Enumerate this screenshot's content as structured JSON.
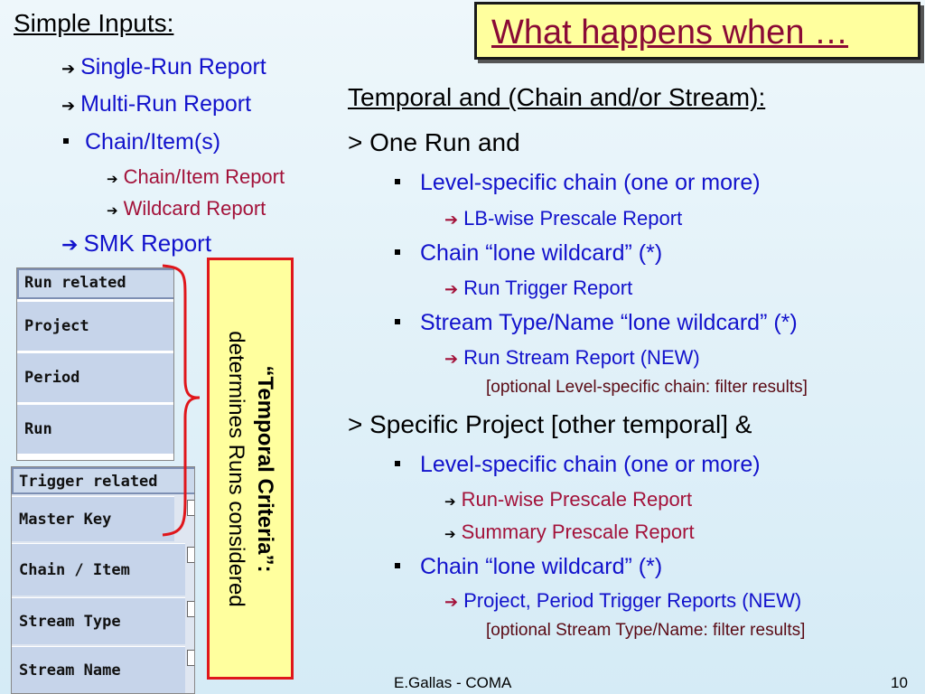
{
  "title": "What happens when …",
  "left": {
    "heading": "Simple Inputs:",
    "items": [
      {
        "marker": "arrow",
        "label": "Single-Run Report"
      },
      {
        "marker": "arrow",
        "label": "Multi-Run Report"
      },
      {
        "marker": "bullet",
        "label": "Chain/Item(s)"
      },
      {
        "marker": "arrow",
        "label": "Chain/Item Report"
      },
      {
        "marker": "arrow",
        "label": "Wildcard Report"
      },
      {
        "marker": "arrow",
        "label": "SMK Report"
      }
    ]
  },
  "forms": {
    "run_header": "Run related",
    "run_rows": [
      "Project",
      "Period",
      "Run"
    ],
    "trigger_header": "Trigger related",
    "trigger_rows": [
      "Master Key",
      "Chain / Item",
      "Stream Type",
      "Stream Name"
    ]
  },
  "temporal": {
    "line1": "“Temporal Criteria”:",
    "line2": "determines Runs considered"
  },
  "right": {
    "heading": "Temporal and (Chain and/or Stream):",
    "g1_title": "> One Run and",
    "g1_b1": "Level-specific chain (one or more)",
    "g1_a1": "LB-wise Prescale Report",
    "g1_b2": "Chain “lone wildcard” (*)",
    "g1_a2": "Run Trigger Report",
    "g1_b3": "Stream Type/Name “lone wildcard” (*)",
    "g1_a3": "Run Stream Report (NEW)",
    "g1_note": "[optional Level-specific chain: filter results]",
    "g2_title": "> Specific Project [other temporal] &",
    "g2_b1": "Level-specific chain (one or more)",
    "g2_a1": "Run-wise Prescale Report",
    "g2_a2": "Summary Prescale Report",
    "g2_b2": "Chain “lone wildcard” (*)",
    "g2_a3": "Project, Period Trigger Reports (NEW)",
    "g2_note": "[optional Stream Type/Name: filter results]"
  },
  "footer": {
    "author": "E.Gallas - COMA",
    "page": "10"
  },
  "colors": {
    "blue": "#1212cc",
    "red": "#a3123a",
    "title": "#8a0a36",
    "highlight": "#ffff9e",
    "bracket": "#e0161b"
  }
}
